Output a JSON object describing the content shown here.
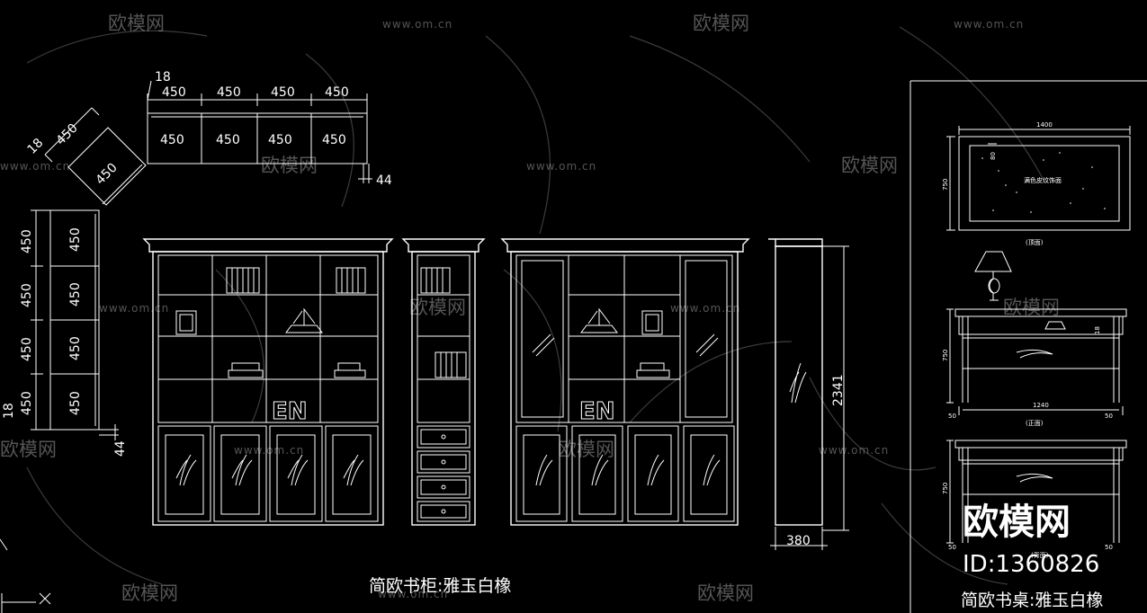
{
  "watermark": {
    "brand": "欧模网",
    "url": "www.om.cn"
  },
  "dims": {
    "d18": "18",
    "d450": "450",
    "d44": "44",
    "d2341": "2341",
    "d380": "380"
  },
  "desk_dims": {
    "d1400": "1400",
    "d750": "750",
    "d80": "80",
    "d1240": "1240",
    "d50": "50",
    "d18": "18"
  },
  "desk_labels": {
    "top_view": "(顶面)",
    "front_view": "(正面)",
    "back_view": "(背面)",
    "leather": "满色皮纹饰面"
  },
  "titles": {
    "bookcase": "简欧书柜:雅玉白橡",
    "desk": "简欧书桌:雅玉白橡"
  },
  "brand": {
    "name": "欧模网",
    "id": "ID:1360826"
  },
  "colors": {
    "background": "#000000",
    "line": "#ffffff",
    "watermark": "#9a9a9a"
  }
}
